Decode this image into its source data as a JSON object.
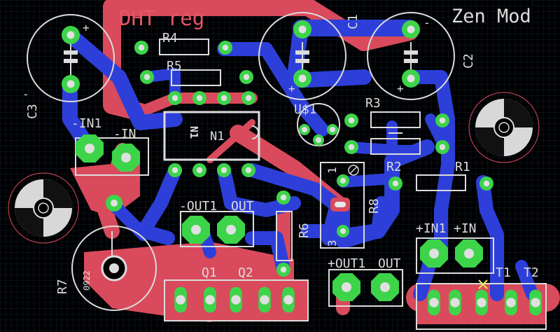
{
  "board": {
    "title": "DHT reg",
    "brand": "Zen Mod",
    "colors": {
      "background": "#000000",
      "grid": "#15203a",
      "top_copper": "#d94a5c",
      "bottom_copper": "#2d3fd8",
      "pad": "#3dd44a",
      "silkscreen": "#dcdcdc",
      "via_drill": "#e0e0e0"
    }
  },
  "labels": {
    "r4": "R4",
    "r5": "R5",
    "r3": "R3",
    "r2": "R2",
    "r1": "R1",
    "r6": "R6",
    "r7": "R7",
    "r8": "R8",
    "c1": "C1",
    "c2": "C2",
    "c3": "C3",
    "n1_a": "N1",
    "n1_b": "N1",
    "u1": "U$1",
    "in_neg": "-IN1",
    "in_neg2": "-IN",
    "out_neg": "-OUT1",
    "out_neg2": "OUT",
    "in_pos": "+IN1",
    "in_pos2": "+IN",
    "out_pos": "+OUT1",
    "out_pos2": "OUT",
    "q1": "Q1",
    "q2": "Q2",
    "t1": "T1",
    "t2": "T2",
    "pot_value": "0922",
    "pin1": "1",
    "pin3": "3",
    "plus": "+",
    "minus": "-"
  }
}
